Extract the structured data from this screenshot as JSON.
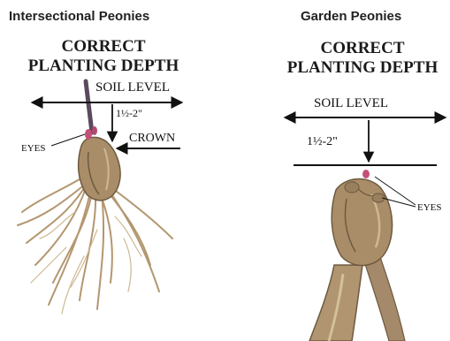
{
  "left_panel": {
    "title": "Intersectional Peonies",
    "heading_line1": "CORRECT",
    "heading_line2": "PLANTING DEPTH",
    "soil_level": "SOIL LEVEL",
    "depth": "1½-2\"",
    "eyes": "EYES",
    "crown": "CROWN"
  },
  "right_panel": {
    "title": "Garden Peonies",
    "heading_line1": "CORRECT",
    "heading_line2": "PLANTING DEPTH",
    "soil_level": "SOIL LEVEL",
    "depth": "1½-2\"",
    "eyes": "EYES"
  },
  "colors": {
    "root_tan": "#a98d68",
    "root_dark": "#6e5a40",
    "root_light": "#cdb893",
    "bud_pink": "#c4507a",
    "line": "#111111"
  }
}
